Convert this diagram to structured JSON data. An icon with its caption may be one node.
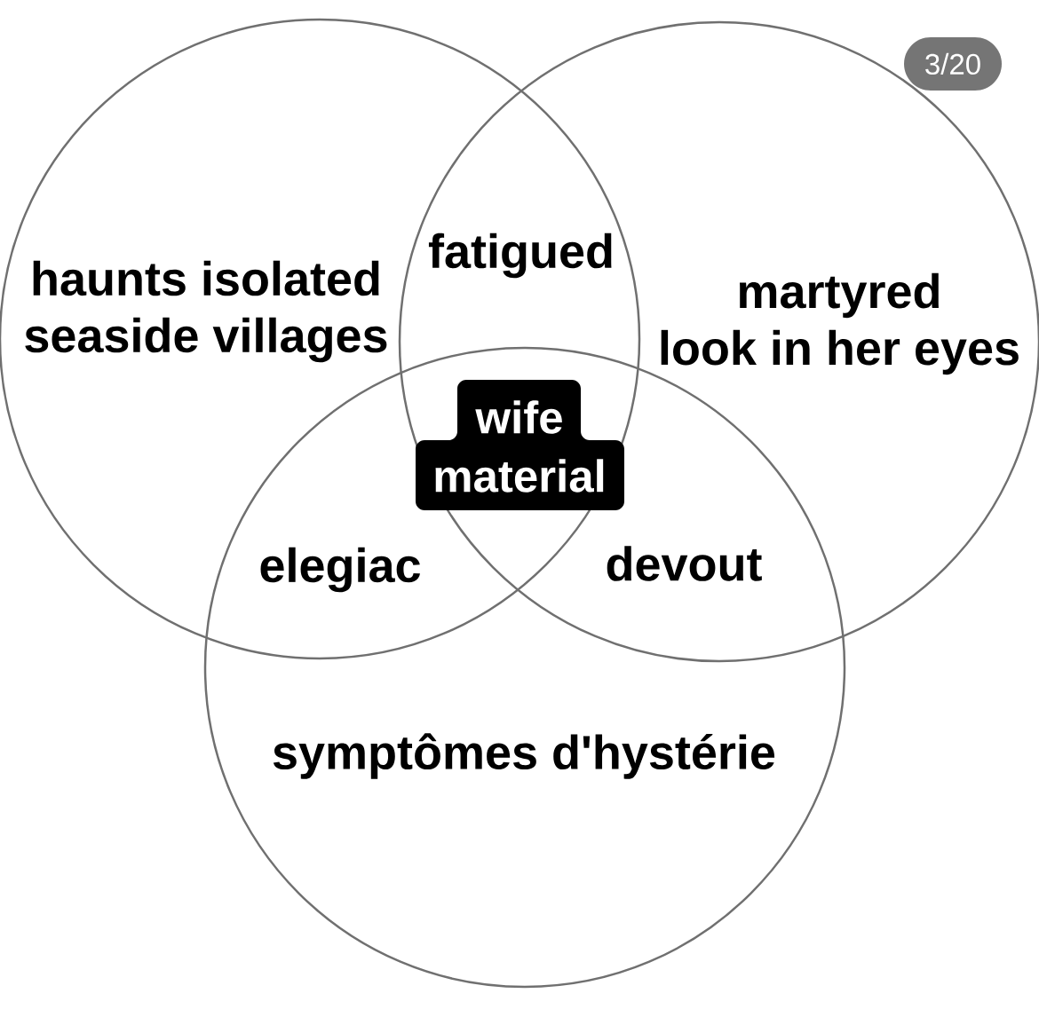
{
  "diagram": {
    "nodes": [
      {
        "text": [
          "haunts isolated seaside villages"
        ]
      },
      {
        "text": [
          "martyred look in her eyes"
        ]
      },
      {
        "text": [
          "3/20"
        ]
      },
      {
        "text": [
          "symptômes d'hystérie"
        ]
      },
      {
        "text": [
          "wife material"
        ]
      }
    ],
    "labels": [
      "fatigued",
      "elegiac",
      "devout"
    ]
  }
}
